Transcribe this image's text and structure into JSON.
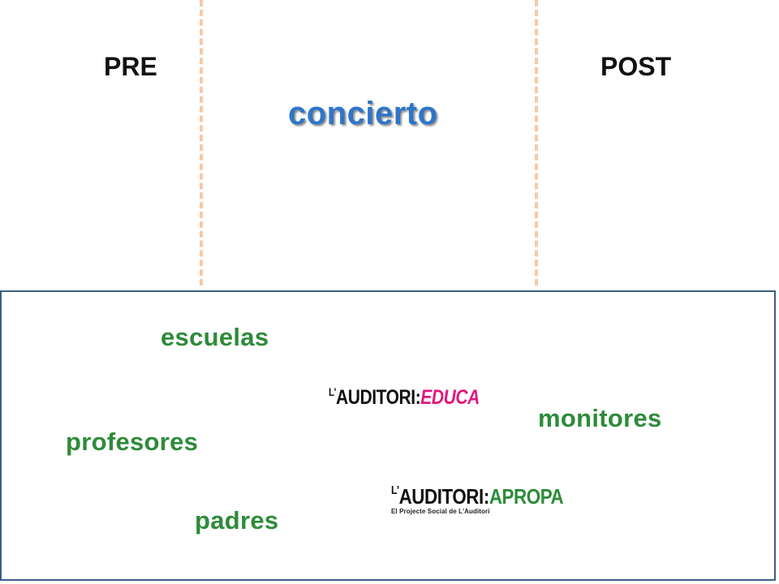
{
  "header": {
    "pre": "PRE",
    "post": "POST",
    "center": "concierto"
  },
  "audience": {
    "schools": "escuelas",
    "teachers": "profesores",
    "parents": "padres",
    "monitors": "monitores"
  },
  "logos": {
    "educa": {
      "prefix": "L'",
      "brand": "AUDITORI",
      "separator": ":",
      "suffix": "EDUCA"
    },
    "apropa": {
      "prefix": "L'",
      "brand": "AUDITORI",
      "separator": ":",
      "suffix": "APROPA",
      "tagline": "El Projecte Social de L'Auditori"
    }
  },
  "colors": {
    "concert": "#2e75c9",
    "audience": "#2e8b3a",
    "educa_accent": "#e0197d",
    "apropa_accent": "#2e8b3a",
    "divider": "#f5c9a8",
    "panel_border": "#3b5f86"
  }
}
